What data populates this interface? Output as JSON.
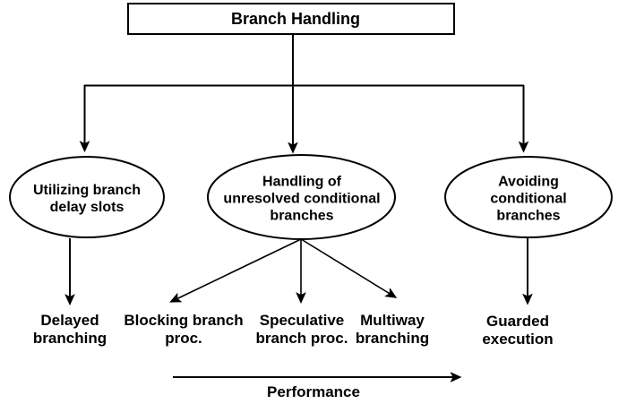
{
  "colors": {
    "ink": "#000000",
    "background": "#ffffff"
  },
  "root": {
    "label": "Branch Handling"
  },
  "categories": [
    {
      "label": "Utilizing branch\ndelay slots"
    },
    {
      "label": "Handling of\nunresolved conditional\nbranches"
    },
    {
      "label": "Avoiding conditional\nbranches"
    }
  ],
  "techniques": [
    {
      "label": "Delayed\nbranching"
    },
    {
      "label": "Blocking branch\nproc."
    },
    {
      "label": "Speculative\nbranch proc."
    },
    {
      "label": "Multiway\nbranching"
    },
    {
      "label": "Guarded execution"
    }
  ],
  "axis": {
    "label": "Performance"
  }
}
